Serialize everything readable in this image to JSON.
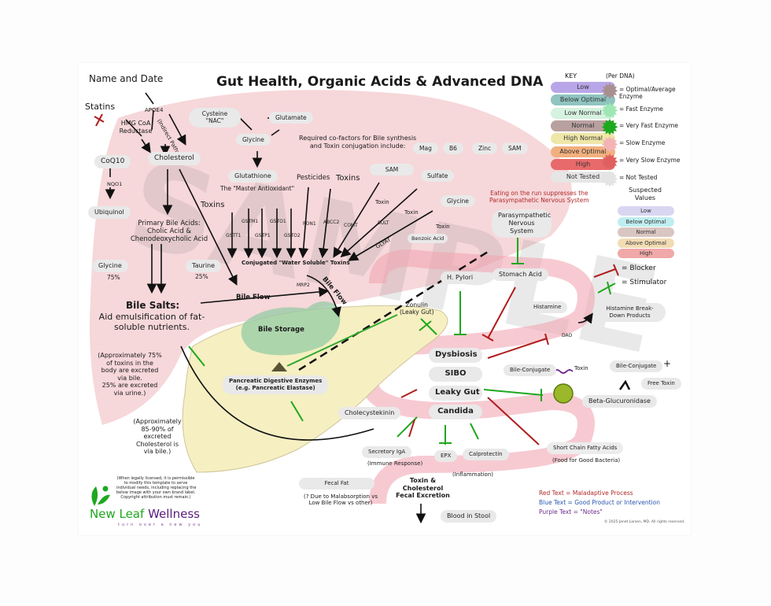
{
  "header": {
    "name_and_date": "Name and Date",
    "title": "Gut Health, Organic Acids & Advanced DNA"
  },
  "cholesterol_pathway": {
    "statins": "Statins",
    "apoe4": "APOE4",
    "hmg_coa": "HMG CoA Reductase",
    "indirect_pathway": "(Indirect Pathway)",
    "coq10": "CoQ10",
    "cholesterol": "Cholesterol",
    "nqo1": "NQO1",
    "ubiquinol": "Ubiquinol",
    "primary_bile_acids_1": "Primary Bile Acids:",
    "primary_bile_acids_2": "Cholic Acid &",
    "primary_bile_acids_3": "Chenodeoxycholic Acid",
    "glycine": "Glycine",
    "glycine_pct": "75%",
    "taurine": "Taurine",
    "taurine_pct": "25%",
    "bile_salts_title": "Bile Salts:",
    "bile_salts_1": "Aid emulsification of fat-",
    "bile_salts_2": "soluble nutrients.",
    "toxins_note": [
      "(Approximately 75%",
      "of toxins in the",
      "body are excreted",
      "via bile.",
      "25% are excreted",
      "via urine.)"
    ],
    "cholesterol_note": [
      "(Approximately",
      "85-90% of",
      "excreted",
      "Cholesterol is",
      "via bile.)"
    ]
  },
  "glutathione_pathway": {
    "cysteine": "Cysteine \"NAC\"",
    "glutamate": "Glutamate",
    "glycine": "Glycine",
    "glutathione": "Glutathione",
    "master_antioxidant": "The \"Master Antioxidant\"",
    "toxins": "Toxins",
    "enzymes": [
      "GSTT1",
      "GSTM1",
      "GSTP1",
      "GSTO1",
      "GSTO2"
    ],
    "pesticides": "Pesticides",
    "toxins2": "Toxins",
    "pon1": "PON1",
    "abcc2": "ABCC2",
    "comt": "COMT",
    "sult": "SULT",
    "glyat": "GLYAT",
    "conjugated": "Conjugated \"Water Soluble\" Toxins",
    "mrp2": "MRP2"
  },
  "cofactors": {
    "line1": "Required co-factors for Bile synthesis",
    "line2": "and Toxin conjugation include:",
    "items": [
      "Mag",
      "B6",
      "Zinc",
      "SAM"
    ]
  },
  "conjugation": {
    "sam": "SAM",
    "sulfate": "Sulfate",
    "glycine": "Glycine",
    "toxin": "Toxin",
    "benzoic_acid": "Benzoic Acid"
  },
  "key": {
    "title": "KEY",
    "items": [
      {
        "label": "Low",
        "color": "#b9a6e8"
      },
      {
        "label": "Below Optimal",
        "color": "#8fc4c0"
      },
      {
        "label": "Low Normal",
        "color": "#d6f2e0"
      },
      {
        "label": "Normal",
        "color": "#b8a09f"
      },
      {
        "label": "High Normal",
        "color": "#efe7a8"
      },
      {
        "label": "Above Optimal",
        "color": "#f2b07e"
      },
      {
        "label": "High",
        "color": "#e86a6a"
      },
      {
        "label": "Not Tested",
        "color": "#e6e6e6"
      }
    ],
    "dna_title": "(Per DNA)",
    "dna_items": [
      {
        "label": "= Optimal/Average Enzyme",
        "color": "#a89090"
      },
      {
        "label": "= Fast Enzyme",
        "color": "#9ee6b4"
      },
      {
        "label": "= Very Fast Enzyme",
        "color": "#1ea81e"
      },
      {
        "label": "= Slow Enzyme",
        "color": "#f2b4b4"
      },
      {
        "label": "= Very Slow Enzyme",
        "color": "#e06060"
      },
      {
        "label": "= Not Tested",
        "color": "#e4e4e4"
      }
    ]
  },
  "suspected": {
    "title_1": "Suspected",
    "title_2": "Values",
    "items": [
      {
        "label": "Low",
        "color": "#d9d6f2"
      },
      {
        "label": "Below Optimal",
        "color": "#bfeef0"
      },
      {
        "label": "Normal",
        "color": "#d9c6c2"
      },
      {
        "label": "Above Optimal",
        "color": "#f2dcb4"
      },
      {
        "label": "High",
        "color": "#f0a8a8"
      }
    ]
  },
  "legend_symbols": {
    "blocker": "= Blocker",
    "stimulator": "= Stimulator",
    "blocker_color": "#b01c1c",
    "stimulator_color": "#1fa81f"
  },
  "gut": {
    "eating_note_1": "Eating on the run suppresses the",
    "eating_note_2": "Parasympathetic Nervous System",
    "parasympathetic": "Parasympathetic Nervous System",
    "stomach_acid": "Stomach Acid",
    "h_pylori": "H. Pylori",
    "zonulin": "Zonulin",
    "leaky_gut_paren": "(Leaky Gut)",
    "histamine": "Histamine",
    "histamine_breakdown": "Histamine Break-Down Products",
    "dao": "DAO",
    "conditions": [
      "Dysbiosis",
      "SIBO",
      "Leaky Gut",
      "Candida"
    ],
    "bile_conjugate": "Bile-Conjugate",
    "toxin": "Toxin",
    "bile_conjugate2": "Bile-Conjugate",
    "plus": "+",
    "free_toxin": "Free Toxin",
    "beta_glucuronidase": "Beta-Glucuronidase",
    "scfa": "Short Chain Fatty Acids",
    "scfa_note": "(Food for Good Bacteria)",
    "cholecystekinin": "Cholecystekinin",
    "secretory_iga": "Secretory IgA",
    "immune_response": "(Immune Response)",
    "epx": "EPX",
    "calprotectin": "Calprotectin",
    "inflammation": "(Inflammation)",
    "fecal_excretion": [
      "Toxin &",
      "Cholesterol",
      "Fecal Excretion"
    ],
    "blood_in_stool": "Blood in Stool",
    "fecal_fat": "Fecal Fat",
    "fecal_fat_note_1": "(? Due to Malabsorption vs",
    "fecal_fat_note_2": "Low Bile Flow vs other)"
  },
  "liver": {
    "bile_flow": "Bile Flow",
    "bile_flow_2": "Bile Flow",
    "bile_storage": "Bile Storage",
    "pancreatic_1": "Pancreatic Digestive Enzymes",
    "pancreatic_2": "(e.g. Pancreatic Elastase)"
  },
  "color_legend": {
    "red": "Red Text = Maladaptive Process",
    "blue": "Blue Text = Good Product or Intervention",
    "purple": "Purple Text = \"Notes\"",
    "copyright": "© 2025 Janet Larsen, MD. All rights reserved."
  },
  "branding": {
    "license_note": [
      "(When legally licensed, it is permissible",
      "to modify this template to serve",
      "individual needs, including replacing the",
      "below image with your own brand label.",
      "Copyright attribution must remain.)"
    ],
    "brand_1": "New Leaf",
    "brand_2": "Wellness",
    "tagline": "turn over a new you"
  },
  "watermark": "SAMPLE"
}
